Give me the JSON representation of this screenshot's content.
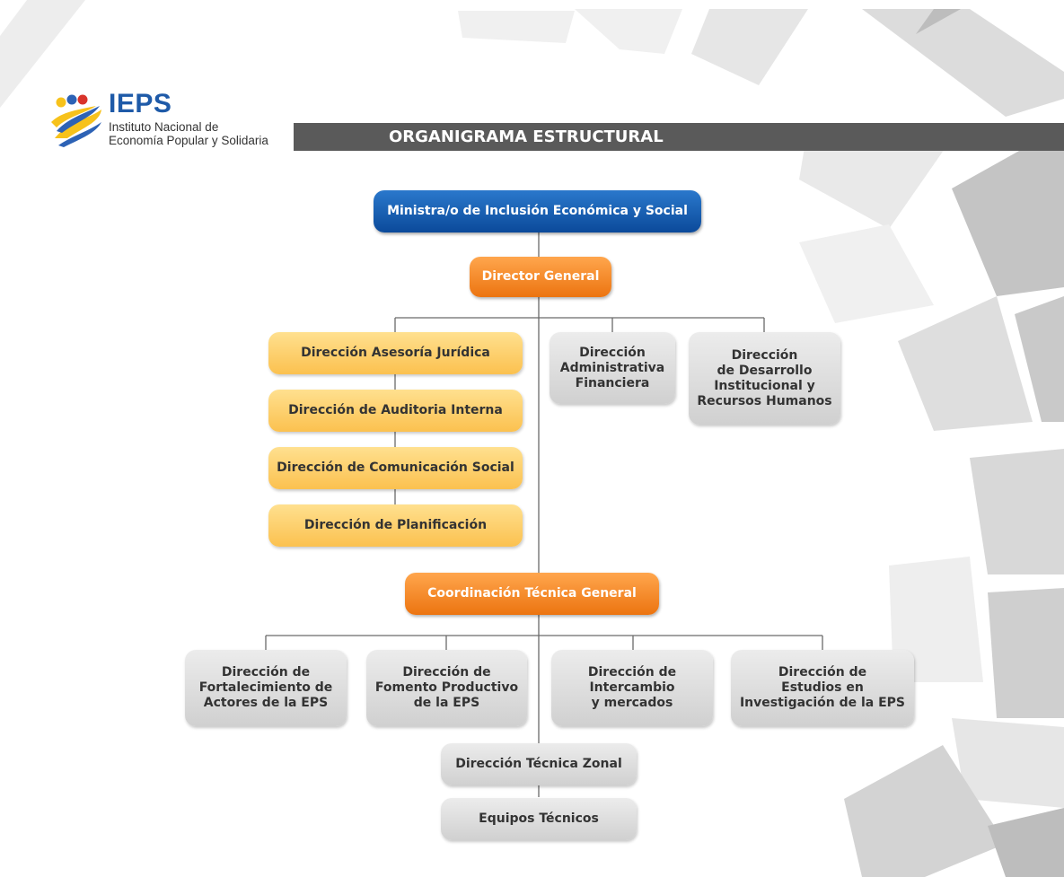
{
  "header": {
    "logo_acronym": "IEPS",
    "logo_line1": "Instituto Nacional de",
    "logo_line2": "Economía Popular y Solidaria",
    "title": "ORGANIGRAMA ESTRUCTURAL"
  },
  "colors": {
    "blue": "#0b4a9a",
    "orange": "#ec7410",
    "yellow": "#fbc14f",
    "gray": "#d0d0d0",
    "banner": "#5a5a5a"
  },
  "org": {
    "minister": "Ministra/o de Inclusión Económica y Social",
    "director_general": "Director General",
    "advisory": [
      "Dirección Asesoría Jurídica",
      "Dirección de Auditoria Interna",
      "Dirección de Comunicación Social",
      "Dirección de Planificación"
    ],
    "support": [
      "Dirección\nAdministrativa\nFinanciera",
      "Dirección\nde Desarrollo\nInstitucional y\nRecursos Humanos"
    ],
    "coordination": "Coordinación Técnica General",
    "technical": [
      "Dirección de\nFortalecimiento de\nActores de la EPS",
      "Dirección de\nFomento Productivo\nde la EPS",
      "Dirección de\nIntercambio\ny mercados",
      "Dirección de\nEstudios en\nInvestigación de la EPS"
    ],
    "zonal": "Dirección Técnica Zonal",
    "teams": "Equipos Técnicos"
  }
}
